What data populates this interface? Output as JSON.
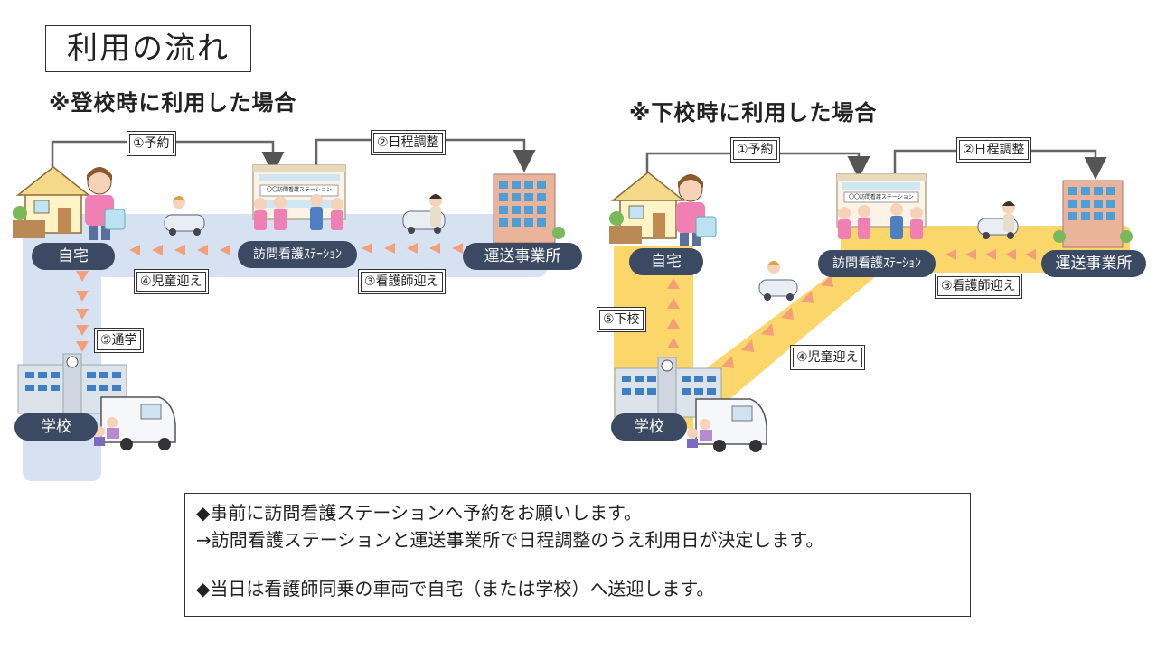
{
  "title": "利用の流れ",
  "left": {
    "case_title": "※登校時に利用した場合",
    "nodes": {
      "home": "自宅",
      "station": "訪問看護ｽﾃｰｼｮﾝ",
      "transport": "運送事業所",
      "school": "学校"
    },
    "steps": [
      "①予約",
      "②日程調整",
      "③看護師迎え",
      "④児童迎え",
      "⑤通学"
    ],
    "station_sign": "〇〇訪問看護ステーション"
  },
  "right": {
    "case_title": "※下校時に利用した場合",
    "nodes": {
      "home": "自宅",
      "station": "訪問看護ｽﾃｰｼｮﾝ",
      "transport": "運送事業所",
      "school": "学校"
    },
    "steps": [
      "①予約",
      "②日程調整",
      "③看護師迎え",
      "④児童迎え",
      "⑤下校"
    ],
    "station_sign": "〇〇訪問看護ステーション"
  },
  "notes": [
    "◆事前に訪問看護ステーションへ予約をお願いします。",
    "→訪問看護ステーションと運送事業所で日程調整のうえ利用日が決定します。",
    "◆当日は看護師同乗の車両で自宅（または学校）へ送迎します。"
  ],
  "colors": {
    "left_path": "#d6e2f2",
    "right_path": "#fbd66a",
    "arrow": "#f3a07a",
    "pill": "#3b4a62"
  }
}
